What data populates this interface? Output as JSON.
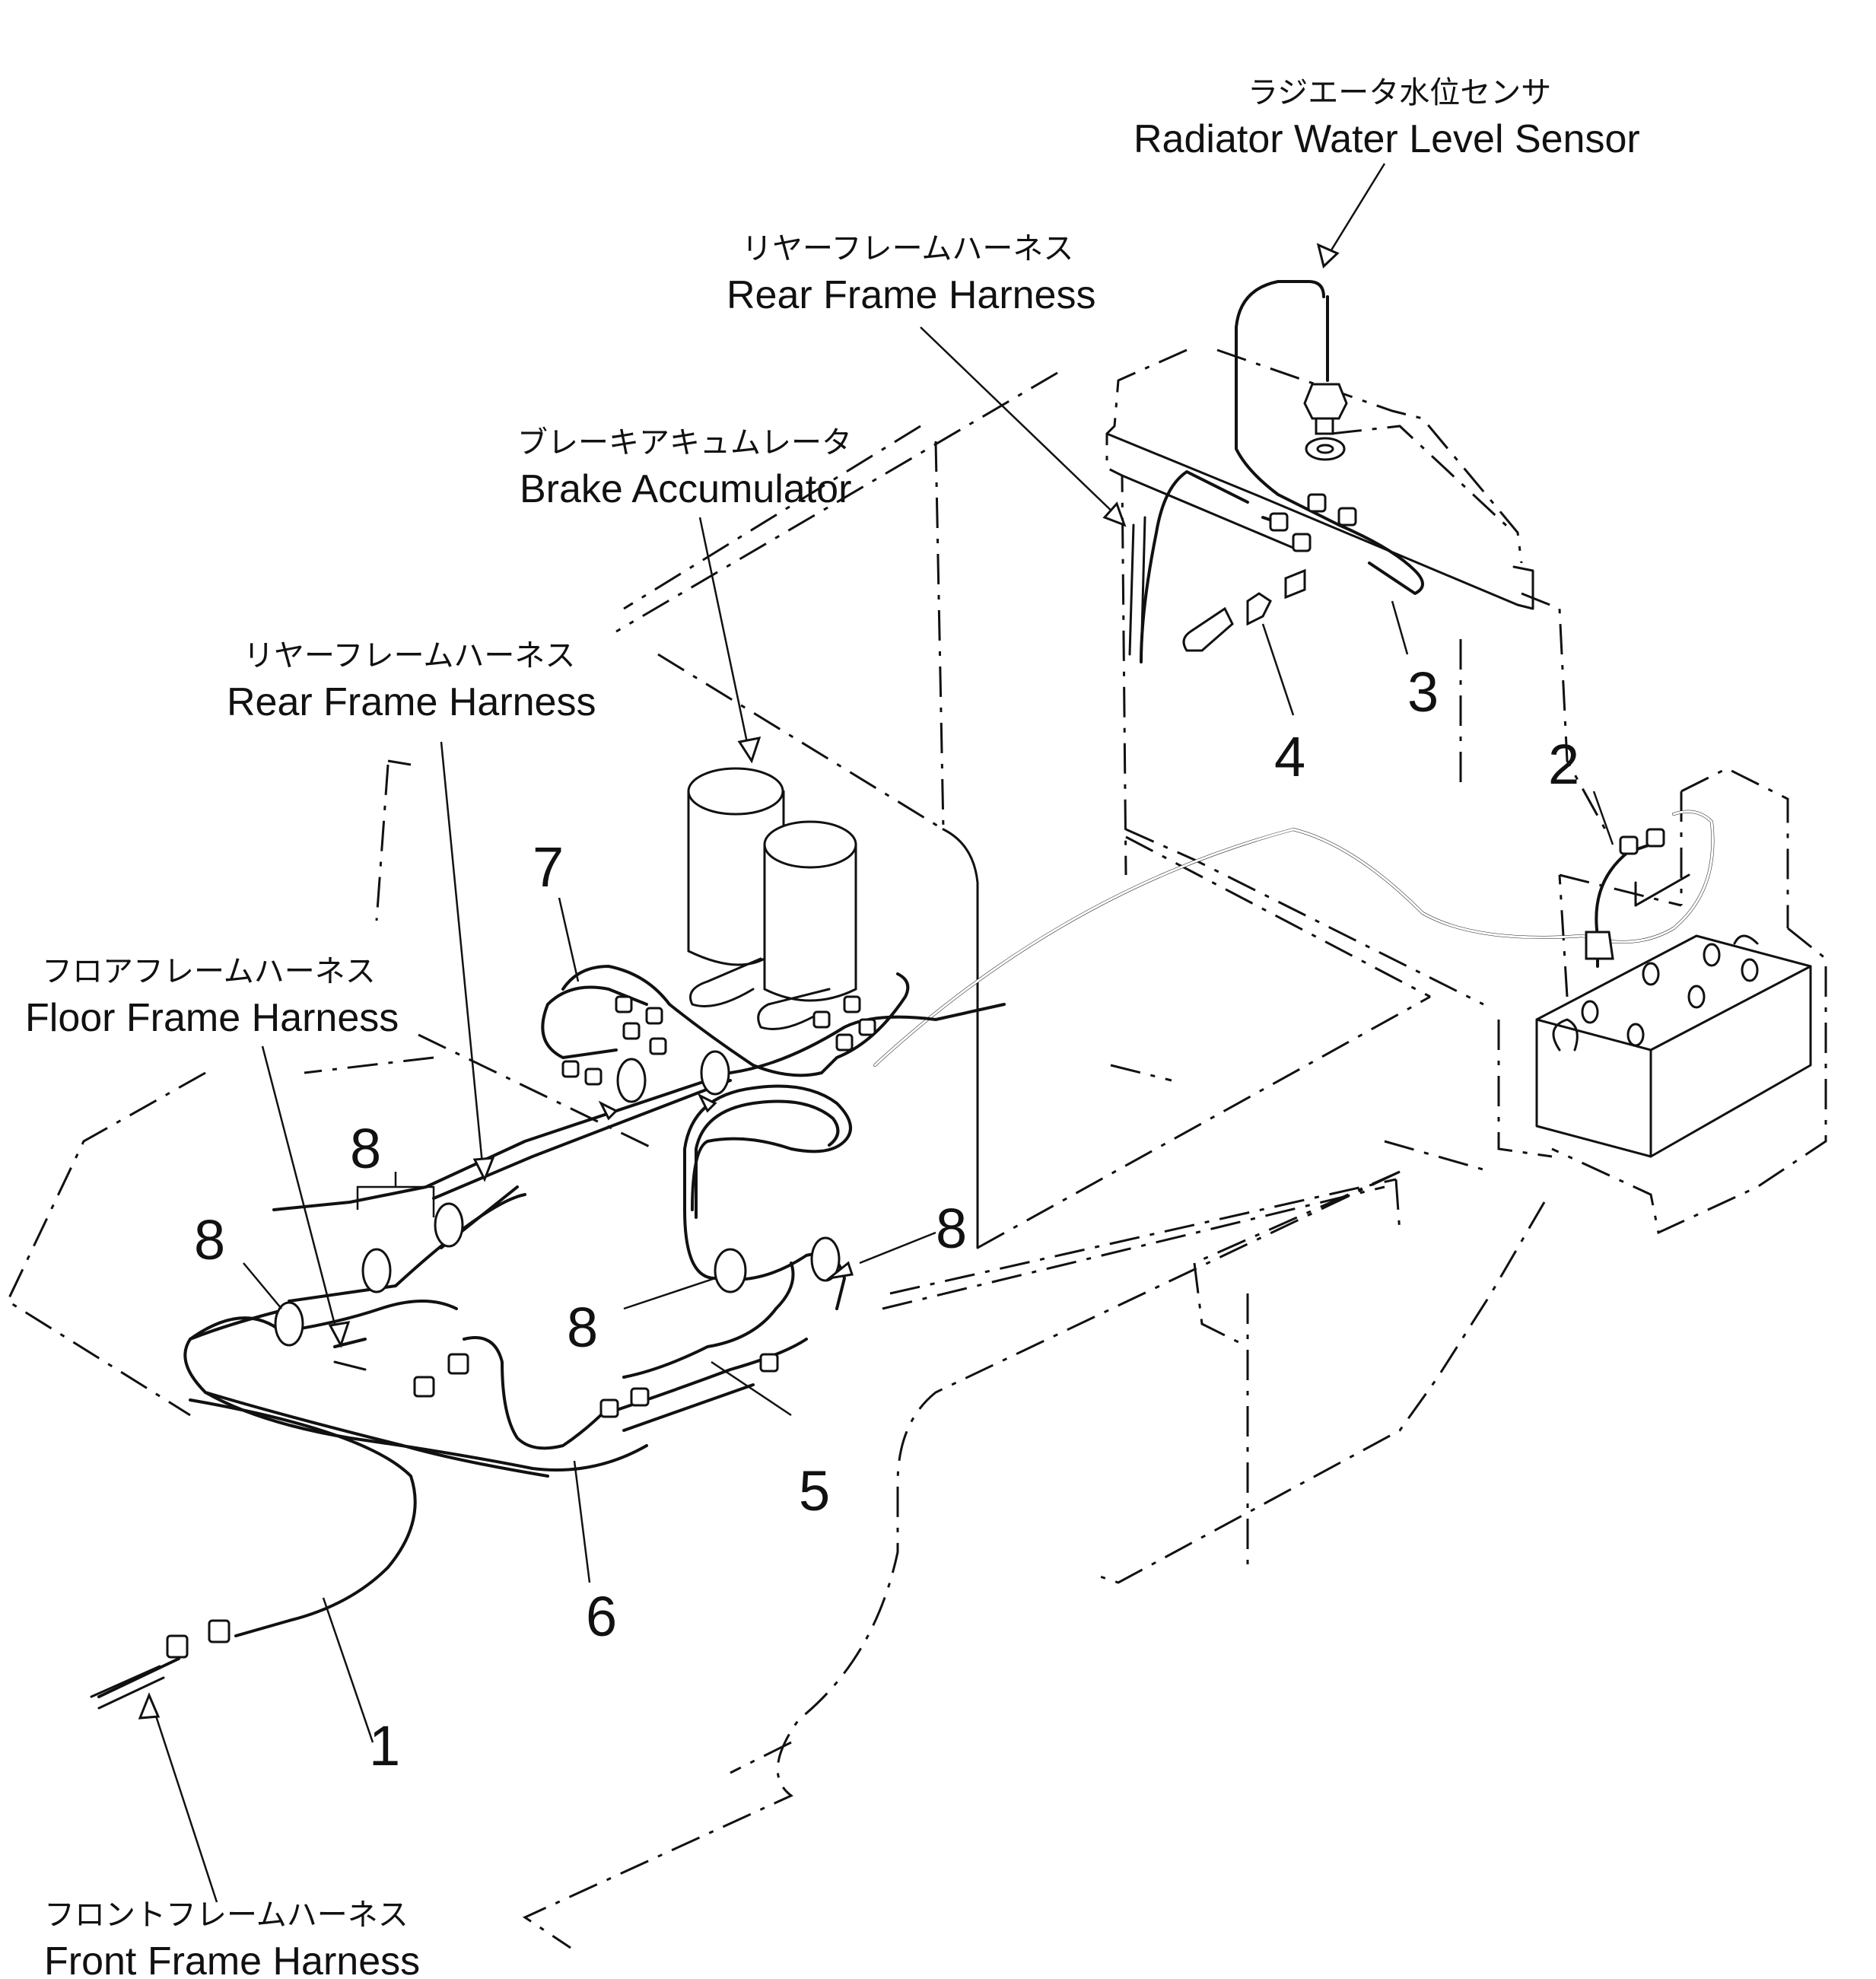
{
  "labels": {
    "radiator_sensor": {
      "jp": "ラジエータ水位センサ",
      "en": "Radiator Water Level Sensor"
    },
    "rear_frame_harness_top": {
      "jp": "リヤーフレームハーネス",
      "en": "Rear Frame Harness"
    },
    "brake_accumulator": {
      "jp": "ブレーキアキュムレータ",
      "en": "Brake Accumulator"
    },
    "rear_frame_harness_mid": {
      "jp": "リヤーフレームハーネス",
      "en": "Rear Frame Harness"
    },
    "floor_frame_harness": {
      "jp": "フロアフレームハーネス",
      "en": "Floor Frame Harness"
    },
    "front_frame_harness": {
      "jp": "フロントフレームハーネス",
      "en": "Front Frame Harness"
    }
  },
  "callouts": {
    "c1": "1",
    "c2": "2",
    "c3": "3",
    "c4": "4",
    "c5": "5",
    "c6": "6",
    "c7": "7",
    "c8a": "8",
    "c8b": "8",
    "c8c": "8",
    "c8d": "8"
  },
  "colors": {
    "ink": "#111111",
    "paper": "#ffffff"
  }
}
